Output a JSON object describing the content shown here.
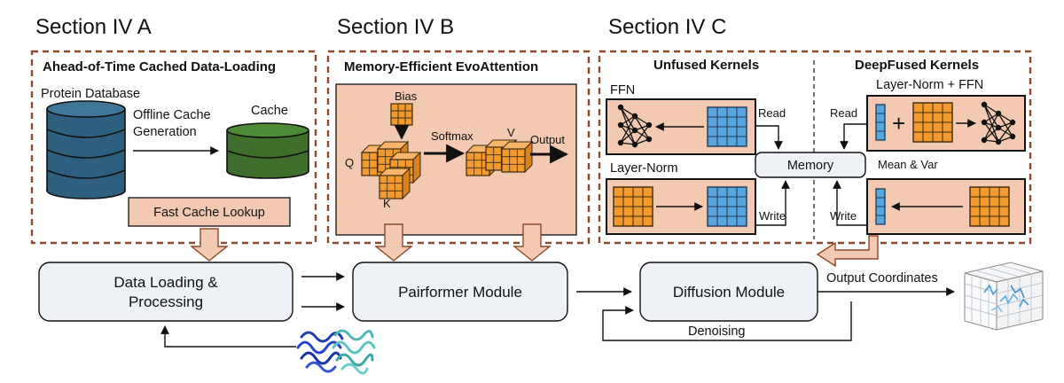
{
  "sections": {
    "a": "Section IV A",
    "b": "Section IV B",
    "c": "Section IV C"
  },
  "section_a": {
    "title": "Ahead-of-Time Cached Data-Loading",
    "protein_db": "Protein Database",
    "offline_line1": "Offline Cache",
    "offline_line2": "Generation",
    "cache": "Cache",
    "lookup": "Fast Cache Lookup"
  },
  "section_b": {
    "title": "Memory-Efficient EvoAttention",
    "bias": "Bias",
    "softmax": "Softmax",
    "v": "V",
    "output": "Output",
    "q": "Q",
    "k": "K"
  },
  "section_c": {
    "unfused_title": "Unfused Kernels",
    "fused_title": "DeepFused Kernels",
    "ffn": "FFN",
    "layernorm": "Layer-Norm",
    "layernorm_ffn": "Layer-Norm + FFN",
    "memory": "Memory",
    "mean_var": "Mean & Var",
    "read": "Read",
    "write": "Write"
  },
  "pipeline": {
    "data_loading_line1": "Data Loading &",
    "data_loading_line2": "Processing",
    "pairformer": "Pairformer Module",
    "diffusion": "Diffusion Module",
    "output_coords": "Output Coordinates",
    "denoising": "Denoising"
  },
  "colors": {
    "dashed_border": "#8B4A2B",
    "salmon": "#F3C9B1",
    "module_fill": "#EEF1F6",
    "db_blue": "#2E5F7E",
    "cache_green": "#3E6E2B",
    "grid_orange": "#F29A2E",
    "grid_blue": "#58A6E0"
  }
}
